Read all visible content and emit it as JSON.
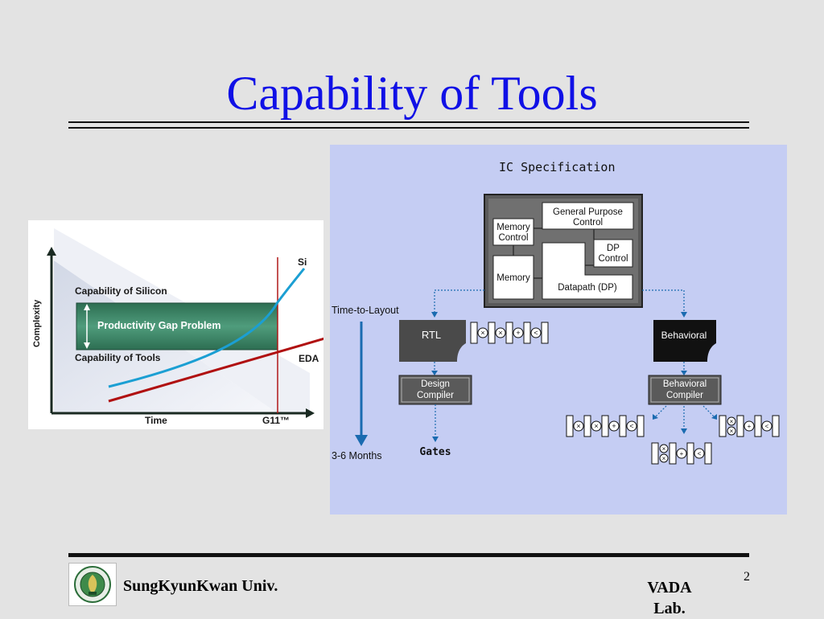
{
  "slide": {
    "title": "Capability of Tools",
    "page_number": "2",
    "footer": {
      "university": "SungKyunKwan Univ.",
      "lab": "VADA Lab."
    }
  },
  "left_chart": {
    "y_axis_label": "Complexity",
    "x_axis_label": "Time",
    "x_marker_label": "G11™",
    "silicon_label": "Capability of Silicon",
    "tools_label": "Capability of Tools",
    "gap_label": "Productivity Gap Problem",
    "si_curve_label": "Si",
    "eda_line_label": "EDA",
    "colors": {
      "si_curve": "#1b9fd3",
      "eda_line": "#b01010",
      "gap_band": "#2e7a5c",
      "marker_line": "#b01818"
    }
  },
  "flow": {
    "heading": "IC Specification",
    "blocks": {
      "general_purpose_control": "General Purpose Control",
      "memory_control": "Memory Control",
      "dp_control": "DP Control",
      "memory": "Memory",
      "datapath": "Datapath (DP)"
    },
    "time_to_layout": "Time-to-Layout",
    "duration": "3-6 Months",
    "rtl": "RTL",
    "behavioral": "Behavioral",
    "design_compiler": "Design Compiler",
    "behavioral_compiler": "Behavioral Compiler",
    "gates": "Gates",
    "colors": {
      "background": "#c5cdf3",
      "arrow": "#1a6bb0",
      "rtl_box": "#4a4a4a",
      "behavioral_box": "#111111"
    }
  }
}
